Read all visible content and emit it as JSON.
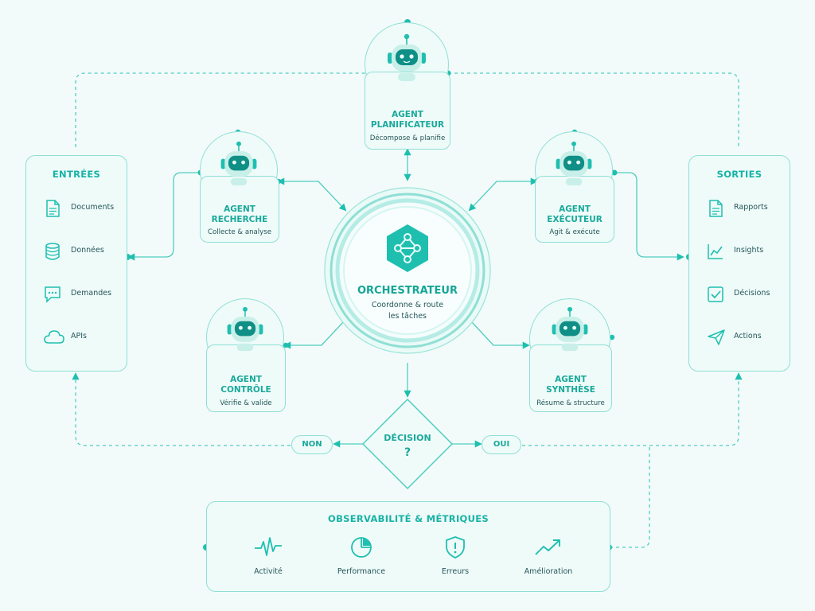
{
  "inputs": {
    "title": "ENTRÉES",
    "items": [
      {
        "label": "Documents",
        "icon": "document-icon"
      },
      {
        "label": "Données",
        "icon": "database-icon"
      },
      {
        "label": "Demandes",
        "icon": "chat-icon"
      },
      {
        "label": "APIs",
        "icon": "cloud-icon"
      }
    ]
  },
  "outputs": {
    "title": "SORTIES",
    "items": [
      {
        "label": "Rapports",
        "icon": "report-icon"
      },
      {
        "label": "Insights",
        "icon": "trend-chart-icon"
      },
      {
        "label": "Décisions",
        "icon": "checkbox-icon"
      },
      {
        "label": "Actions",
        "icon": "paper-plane-icon"
      }
    ]
  },
  "agents": {
    "planificateur": {
      "line1": "AGENT",
      "line2": "PLANIFICATEUR",
      "sub": "Décompose & planifie"
    },
    "recherche": {
      "line1": "AGENT",
      "line2": "RECHERCHE",
      "sub": "Collecte & analyse"
    },
    "executeur": {
      "line1": "AGENT",
      "line2": "EXÉCUTEUR",
      "sub": "Agit & exécute"
    },
    "controle": {
      "line1": "AGENT",
      "line2": "CONTRÔLE",
      "sub": "Vérifie & valide"
    },
    "synthese": {
      "line1": "AGENT",
      "line2": "SYNTHÈSE",
      "sub": "Résume & structure"
    }
  },
  "orchestrator": {
    "title": "ORCHESTRATEUR",
    "sub1": "Coordonne & route",
    "sub2": "les tâches",
    "icon": "network-hexagon-icon"
  },
  "decision": {
    "title": "DÉCISION",
    "mark": "?",
    "no_label": "NON",
    "yes_label": "OUI"
  },
  "observability": {
    "title": "OBSERVABILITÉ & MÉTRIQUES",
    "items": [
      {
        "label": "Activité",
        "icon": "pulse-icon"
      },
      {
        "label": "Performance",
        "icon": "pie-chart-icon"
      },
      {
        "label": "Erreurs",
        "icon": "shield-alert-icon"
      },
      {
        "label": "Amélioration",
        "icon": "trend-up-icon"
      }
    ]
  },
  "colors": {
    "accent": "#1fbfb0",
    "border": "#8fdfd5",
    "background": "#f2fbfa",
    "text": "#25575a"
  }
}
